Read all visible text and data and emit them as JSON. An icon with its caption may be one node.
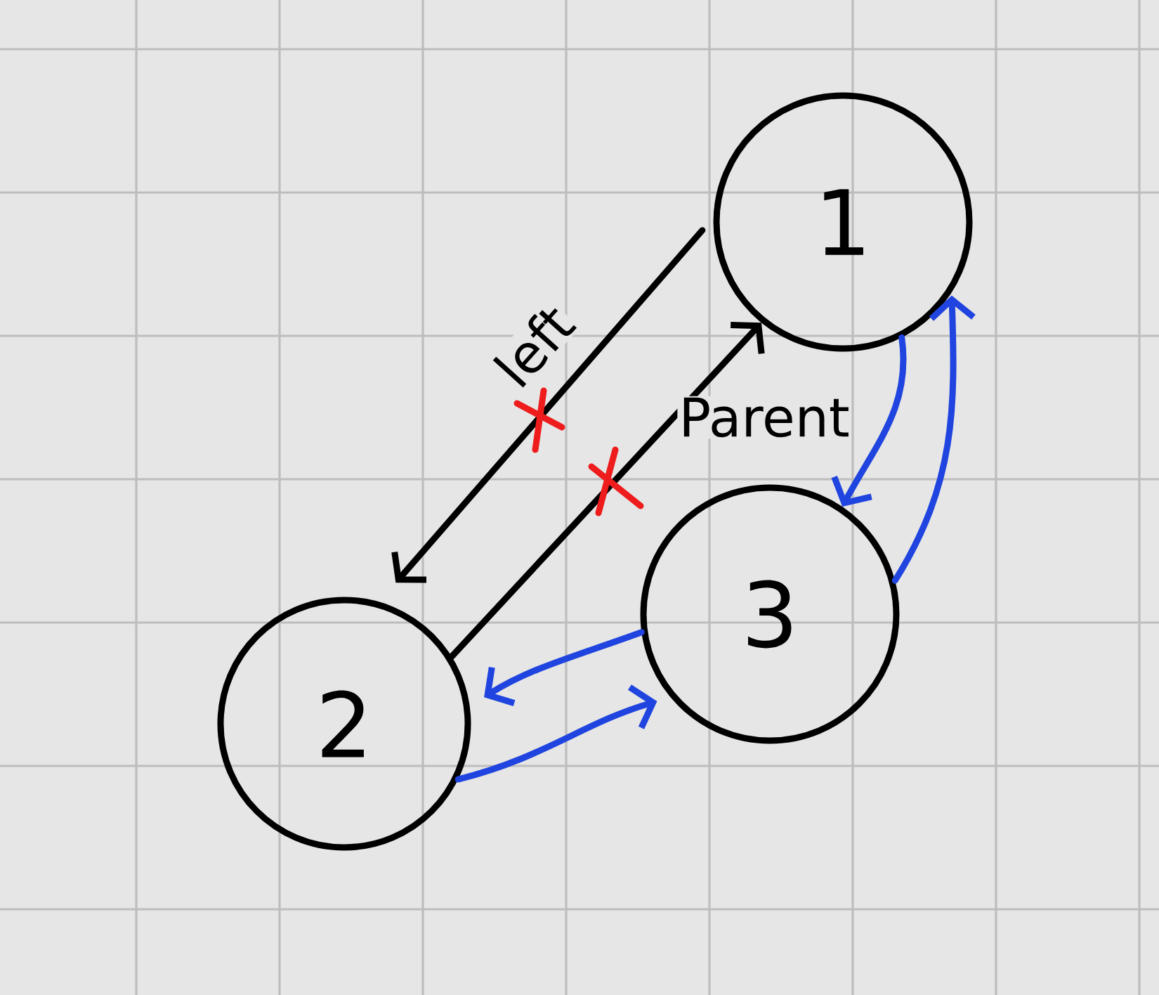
{
  "diagram": {
    "nodes": [
      {
        "text": [
          "1"
        ]
      },
      {
        "text": [
          "3"
        ]
      },
      {
        "text": [
          "2"
        ]
      }
    ],
    "edges": [
      {
        "from": 0,
        "to": 2,
        "arrow": "to",
        "label": "left",
        "color": "#000000"
      },
      {
        "from": 2,
        "to": 0,
        "arrow": "to",
        "label": "Parent",
        "color": "#000000"
      },
      {
        "from": 0,
        "to": 1,
        "arrow": "to"
      },
      {
        "from": 1,
        "to": 0,
        "arrow": "to"
      },
      {
        "from": 1,
        "to": 2,
        "arrow": "to"
      },
      {
        "from": 2,
        "to": 1,
        "arrow": "to"
      }
    ]
  }
}
